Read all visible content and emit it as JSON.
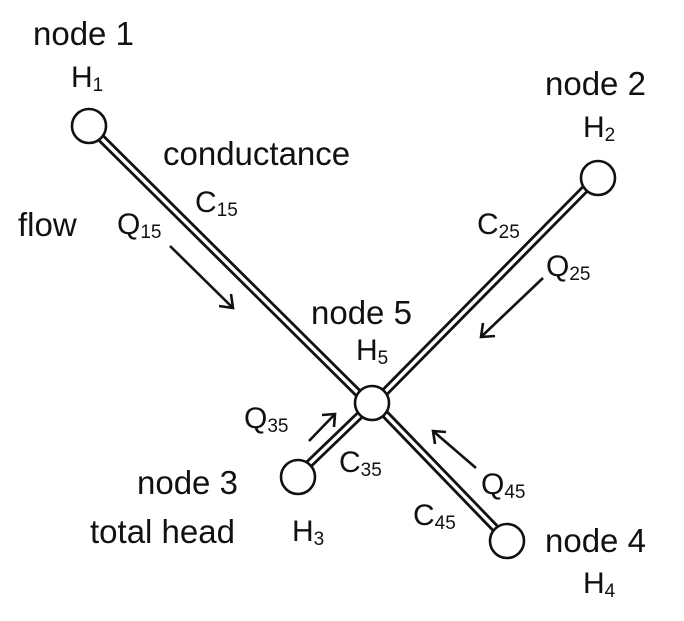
{
  "nodes": [
    {
      "id": "1",
      "name": "node 1",
      "head": {
        "base": "H",
        "sub": "1"
      }
    },
    {
      "id": "2",
      "name": "node 2",
      "head": {
        "base": "H",
        "sub": "2"
      }
    },
    {
      "id": "3",
      "name": "node 3",
      "head": {
        "base": "H",
        "sub": "3"
      }
    },
    {
      "id": "4",
      "name": "node 4",
      "head": {
        "base": "H",
        "sub": "4"
      }
    },
    {
      "id": "5",
      "name": "node 5",
      "head": {
        "base": "H",
        "sub": "5"
      }
    }
  ],
  "pipes": [
    {
      "from": "1",
      "to": "5",
      "conductance": {
        "base": "C",
        "sub": "15"
      },
      "flow": {
        "base": "Q",
        "sub": "15"
      }
    },
    {
      "from": "2",
      "to": "5",
      "conductance": {
        "base": "C",
        "sub": "25"
      },
      "flow": {
        "base": "Q",
        "sub": "25"
      }
    },
    {
      "from": "3",
      "to": "5",
      "conductance": {
        "base": "C",
        "sub": "35"
      },
      "flow": {
        "base": "Q",
        "sub": "35"
      }
    },
    {
      "from": "4",
      "to": "5",
      "conductance": {
        "base": "C",
        "sub": "45"
      },
      "flow": {
        "base": "Q",
        "sub": "45"
      }
    }
  ],
  "annotations": {
    "conductance": "conductance",
    "flow": "flow",
    "total_head": "total head"
  },
  "colors": {
    "stroke": "#111111",
    "background": "#ffffff"
  }
}
